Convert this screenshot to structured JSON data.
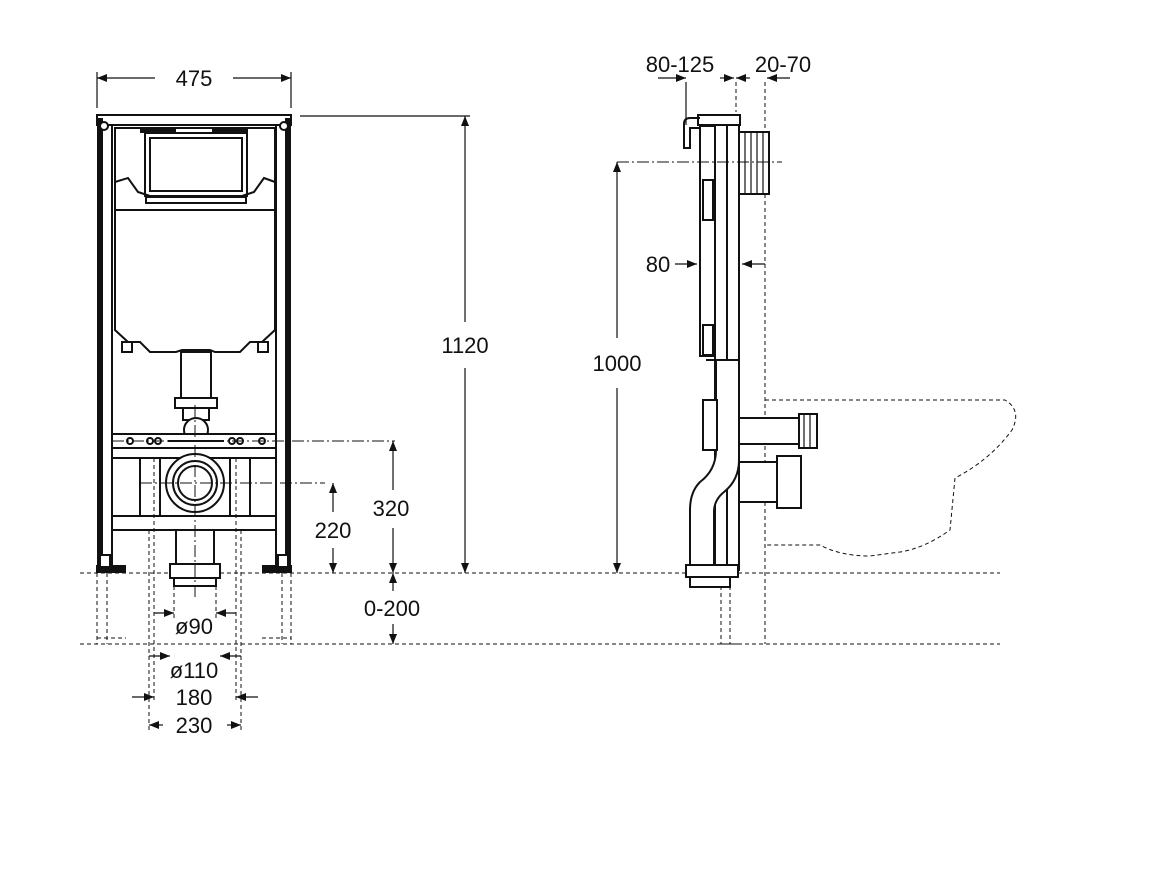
{
  "drawing": {
    "front_view": {
      "dimensions": {
        "width": "475",
        "height": "1120",
        "flush_pipe_height": "320",
        "drain_height": "220",
        "leg_adjustment": "0-200",
        "outlet_inner": "ø90",
        "outlet_outer": "ø110",
        "bolt_spacing_inner": "180",
        "bolt_spacing_outer": "230"
      }
    },
    "side_view": {
      "dimensions": {
        "cistern_offset": "80-125",
        "wall_gap": "20-70",
        "frame_depth": "80",
        "inlet_height": "1000"
      }
    }
  }
}
